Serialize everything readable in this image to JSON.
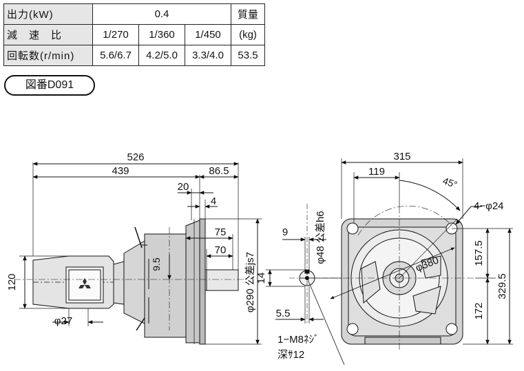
{
  "spec_table": {
    "output_label": "出力(kW)",
    "output_value": "0.4",
    "mass_label": "質量",
    "ratio_label": "減　速　比",
    "ratios": [
      "1/270",
      "1/360",
      "1/450"
    ],
    "mass_unit": "(kg)",
    "speed_label": "回転数(r/min)",
    "speeds": [
      "5.6/6.7",
      "4.2/5.0",
      "3.3/4.0"
    ],
    "mass_value": "53.5"
  },
  "figure_number": "図番D091",
  "side_view": {
    "overall_length": "526",
    "body_length": "439",
    "shaft_extension": "86.5",
    "dim_20": "20",
    "dim_4": "4",
    "dim_75": "75",
    "dim_70": "70",
    "height_120": "120",
    "dim_9_5": "9.5",
    "flange_dia": "φ290 公差js7",
    "foot_dia": "φ27"
  },
  "shaft_detail": {
    "dim_9": "9",
    "shaft_dia": "φ48 公差h6",
    "dim_14": "14",
    "dim_5_5": "5.5",
    "tap_note": "1−M8ﾈｼﾞ",
    "tap_depth": "深ｻ12"
  },
  "front_view": {
    "width": "315",
    "dim_119": "119",
    "angle": "45°",
    "holes": "4−φ24",
    "pcd": "φ380",
    "dim_157_5": "157.5",
    "dim_329_5": "329.5",
    "dim_172": "172"
  }
}
